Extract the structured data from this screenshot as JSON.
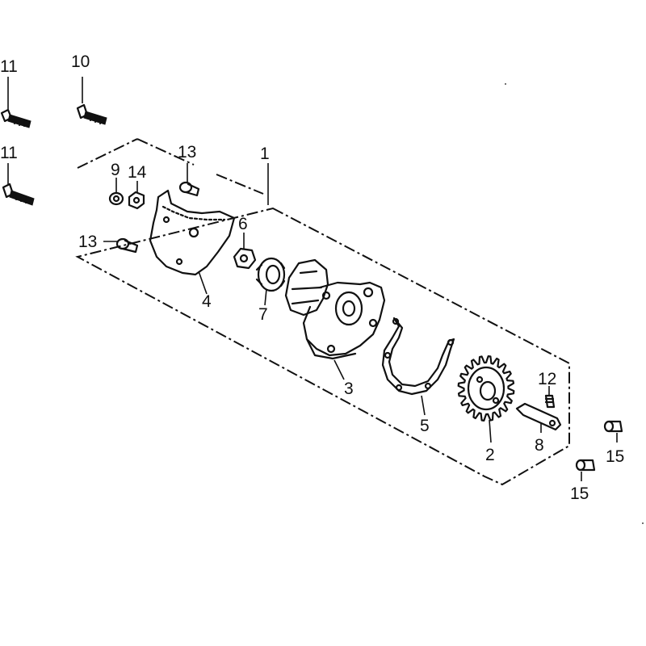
{
  "diagram": {
    "type": "exploded-parts-diagram",
    "callouts": [
      {
        "id": "callout-1",
        "text": "1"
      },
      {
        "id": "callout-2",
        "text": "2"
      },
      {
        "id": "callout-3",
        "text": "3"
      },
      {
        "id": "callout-4",
        "text": "4"
      },
      {
        "id": "callout-5",
        "text": "5"
      },
      {
        "id": "callout-6",
        "text": "6"
      },
      {
        "id": "callout-7",
        "text": "7"
      },
      {
        "id": "callout-8",
        "text": "8"
      },
      {
        "id": "callout-9",
        "text": "9"
      },
      {
        "id": "callout-10",
        "text": "10"
      },
      {
        "id": "callout-11a",
        "text": "11"
      },
      {
        "id": "callout-11b",
        "text": "11"
      },
      {
        "id": "callout-12",
        "text": "12"
      },
      {
        "id": "callout-13a",
        "text": "13"
      },
      {
        "id": "callout-13b",
        "text": "13"
      },
      {
        "id": "callout-14",
        "text": "14"
      },
      {
        "id": "callout-15a",
        "text": "15"
      },
      {
        "id": "callout-15b",
        "text": "15"
      }
    ]
  }
}
